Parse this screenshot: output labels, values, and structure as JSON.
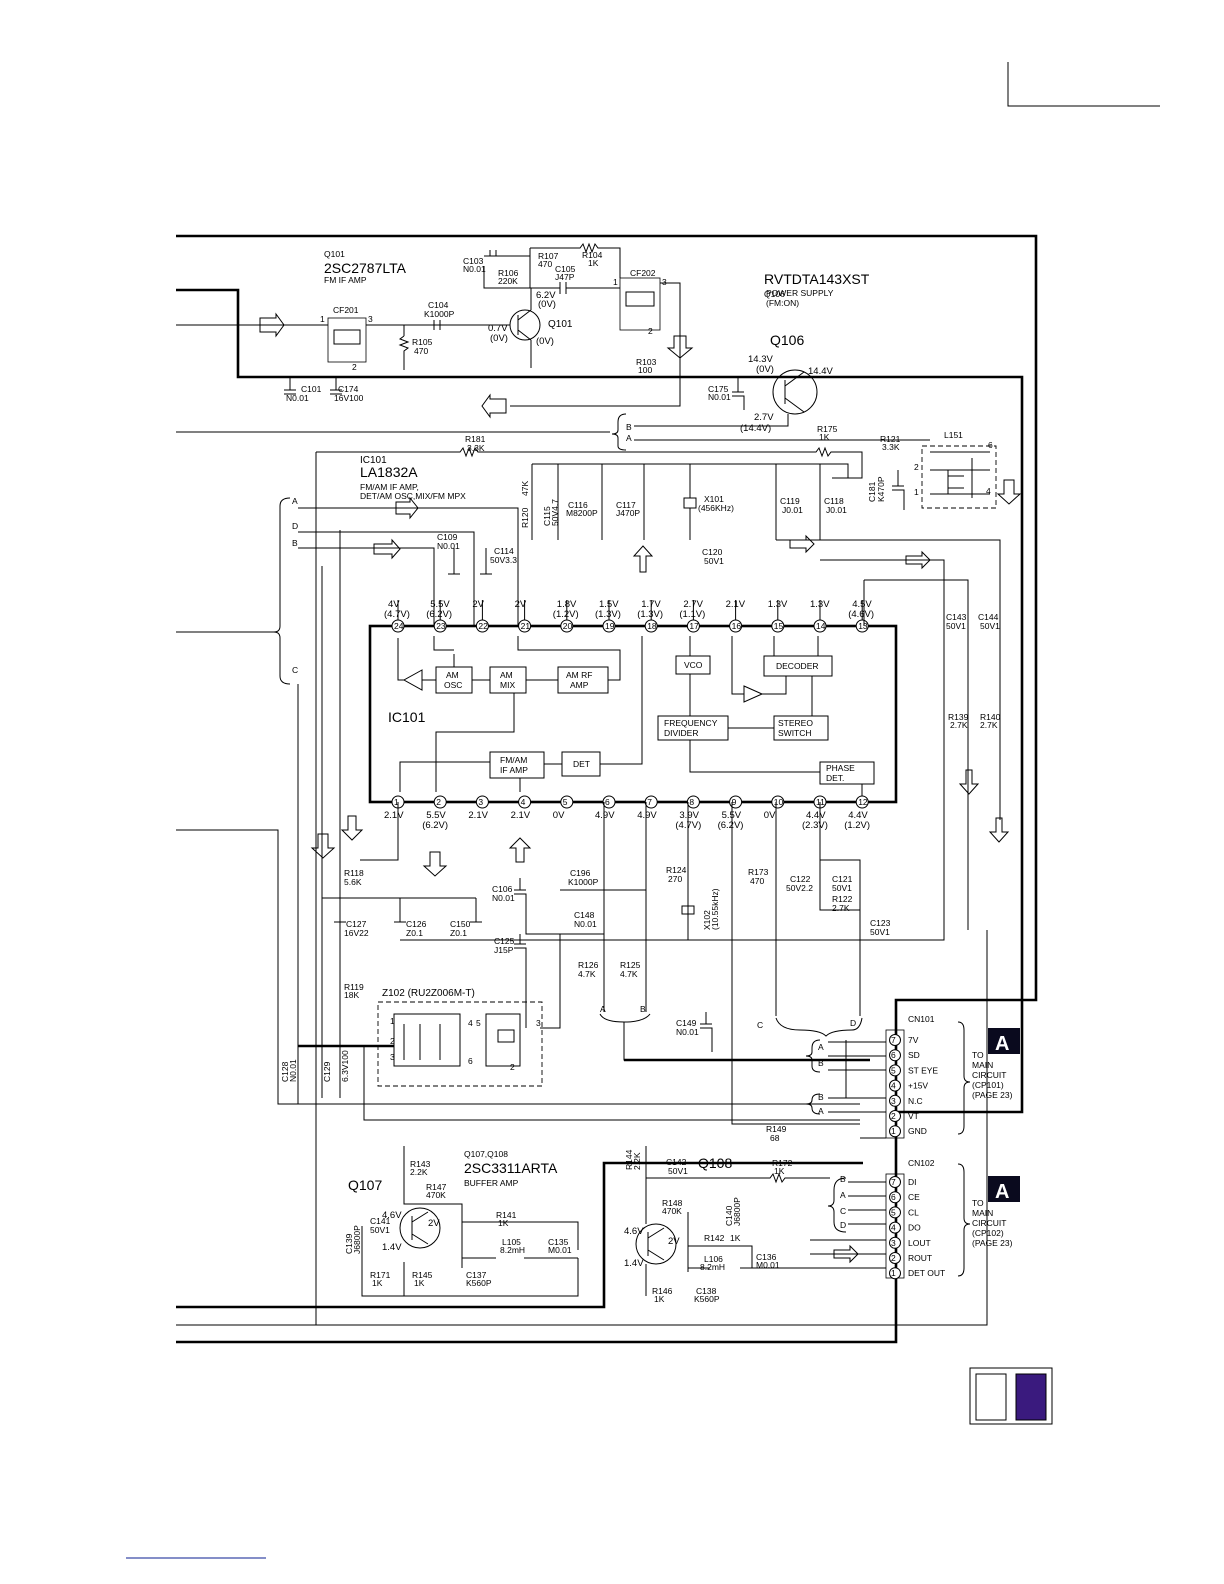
{
  "transistors": {
    "q101": {
      "ref": "Q101",
      "part": "2SC2787LTA",
      "function": "FM IF AMP",
      "label": "Q101",
      "v_base": "0.7V",
      "v_base_am": "(0V)",
      "v_collector": "6.2V",
      "v_collector_am": "(0V)",
      "v_emitter": "(0V)"
    },
    "q106": {
      "ref": "Q106",
      "part": "RVTDTA143XST",
      "function": "POWER SUPPLY",
      "mode": "(FM:ON)",
      "label": "Q106",
      "v_in": "14.3V",
      "v_in_am": "(0V)",
      "v_out": "14.4V",
      "v_base": "2.7V",
      "v_base_am": "(14.4V)"
    },
    "q107_q108": {
      "ref": "Q107,Q108",
      "part": "2SC3311ARTA",
      "function": "BUFFER AMP"
    },
    "q107": {
      "label": "Q107",
      "v_c": "4.6V",
      "v_b": "2V",
      "v_e": "1.4V"
    },
    "q108": {
      "label": "Q108",
      "v_c": "4.6V",
      "v_b": "2V",
      "v_e": "1.4V"
    }
  },
  "ic": {
    "ref": "IC101",
    "part": "LA1832A",
    "desc1": "FM/AM IF AMP,",
    "desc2": "DET/AM OSC,MIX/FM MPX",
    "inner_label": "IC101",
    "blocks": {
      "am_osc1": "AM",
      "am_osc2": "OSC",
      "am_mix1": "AM",
      "am_mix2": "MIX",
      "am_rf1": "AM RF",
      "am_rf2": "AMP",
      "vco": "VCO",
      "decoder": "DECODER",
      "freq1": "FREQUENCY",
      "freq2": "DIVIDER",
      "stereo1": "STEREO",
      "stereo2": "SWITCH",
      "fmam1": "FM/AM",
      "fmam2": "IF AMP",
      "det": "DET",
      "phase1": "PHASE",
      "phase2": "DET."
    },
    "top_pins": [
      {
        "n": "24",
        "v": "4V",
        "v2": "(4.7V)"
      },
      {
        "n": "23",
        "v": "5.5V",
        "v2": "(6.2V)"
      },
      {
        "n": "22",
        "v": "2V",
        "v2": ""
      },
      {
        "n": "21",
        "v": "2V",
        "v2": ""
      },
      {
        "n": "20",
        "v": "1.8V",
        "v2": "(1.2V)"
      },
      {
        "n": "19",
        "v": "1.5V",
        "v2": "(1.3V)"
      },
      {
        "n": "18",
        "v": "1.7V",
        "v2": "(1.3V)"
      },
      {
        "n": "17",
        "v": "2.7V",
        "v2": "(1.1V)"
      },
      {
        "n": "16",
        "v": "2.1V",
        "v2": ""
      },
      {
        "n": "15",
        "v": "1.3V",
        "v2": ""
      },
      {
        "n": "14",
        "v": "1.3V",
        "v2": ""
      },
      {
        "n": "13",
        "v": "4.5V",
        "v2": "(4.6V)"
      }
    ],
    "bottom_pins": [
      {
        "n": "1",
        "v": "2.1V",
        "v2": ""
      },
      {
        "n": "2",
        "v": "5.5V",
        "v2": "(6.2V)"
      },
      {
        "n": "3",
        "v": "2.1V",
        "v2": ""
      },
      {
        "n": "4",
        "v": "2.1V",
        "v2": ""
      },
      {
        "n": "5",
        "v": "0V",
        "v2": ""
      },
      {
        "n": "6",
        "v": "4.9V",
        "v2": ""
      },
      {
        "n": "7",
        "v": "4.9V",
        "v2": ""
      },
      {
        "n": "8",
        "v": "3.9V",
        "v2": "(4.7V)"
      },
      {
        "n": "9",
        "v": "5.5V",
        "v2": "(6.2V)"
      },
      {
        "n": "10",
        "v": "0V",
        "v2": ""
      },
      {
        "n": "11",
        "v": "4.4V",
        "v2": "(2.3V)"
      },
      {
        "n": "12",
        "v": "4.4V",
        "v2": "(1.2V)"
      }
    ]
  },
  "components": {
    "cf201": "CF201",
    "cf202": "CF202",
    "c103a": "C103",
    "c103b": "N0.01",
    "r107a": "R107",
    "r107b": "470",
    "r104a": "R104",
    "r104b": "1K",
    "r106a": "R106",
    "r106b": "220K",
    "c105a": "C105",
    "c105b": "J47P",
    "c104a": "C104",
    "c104b": "K1000P",
    "r105a": "R105",
    "r105b": "470",
    "r103a": "R103",
    "r103b": "100",
    "c101a": "C101",
    "c101b": "N0.01",
    "c174a": "C174",
    "c174b": "16V100",
    "c175a": "C175",
    "c175b": "N0.01",
    "r181a": "R181",
    "r181b": "3.3K",
    "r175a": "R175",
    "r175b": "1K",
    "r121a": "R121",
    "r121b": "3.3K",
    "l151": "L151",
    "c181a": "C181",
    "c181b": "K470P",
    "r120a": "R120",
    "r120b": "47K",
    "c115a": "C115",
    "c115b": "50V4.7",
    "c116a": "C116",
    "c116b": "M8200P",
    "c117a": "C117",
    "c117b": "J470P",
    "x101a": "X101",
    "x101b": "(456KHz)",
    "c119a": "C119",
    "c119b": "J0.01",
    "c118a": "C118",
    "c118b": "J0.01",
    "c120a": "C120",
    "c120b": "50V1",
    "c109a": "C109",
    "c109b": "N0.01",
    "c114a": "C114",
    "c114b": "50V3.3",
    "c143a": "C143",
    "c143b": "50V1",
    "c144a": "C144",
    "c144b": "50V1",
    "r139a": "R139",
    "r139b": "2.7K",
    "r140a": "R140",
    "r140b": "2.7K",
    "r118a": "R118",
    "r118b": "5.6K",
    "c127a": "C127",
    "c127b": "16V22",
    "c126a": "C126",
    "c126b": "Z0.1",
    "c150a": "C150",
    "c150b": "Z0.1",
    "c106a": "C106",
    "c106b": "N0.01",
    "c125a": "C125",
    "c125b": "J15P",
    "c196a": "C196",
    "c196b": "K1000P",
    "c148a": "C148",
    "c148b": "N0.01",
    "r126a": "R126",
    "r126b": "4.7K",
    "r125a": "R125",
    "r125b": "4.7K",
    "r124a": "R124",
    "r124b": "270",
    "x102a": "X102",
    "x102b": "(10.55kHz)",
    "r173a": "R173",
    "r173b": "470",
    "c122a": "C122",
    "c122b": "50V2.2",
    "c121a": "C121",
    "c121b": "50V1",
    "r122a": "R122",
    "r122b": "2.7K",
    "c123a": "C123",
    "c123b": "50V1",
    "r119a": "R119",
    "r119b": "18K",
    "z102": "Z102  (RU2Z006M-T)",
    "c149a": "C149",
    "c149b": "N0.01",
    "c128a": "C128",
    "c128b": "N0.01",
    "c129a": "C129",
    "c129b": "6.3V100",
    "r149a": "R149",
    "r149b": "68",
    "r143a": "R143",
    "r143b": "2.2K",
    "r147a": "R147",
    "r147b": "470K",
    "c141a": "C141",
    "c141b": "50V1",
    "c139a": "C139",
    "c139b": "J6800P",
    "r141a": "R141",
    "r141b": "1K",
    "l105a": "L105",
    "l105b": "8.2mH",
    "c135a": "C135",
    "c135b": "M0.01",
    "r171a": "R171",
    "r171b": "1K",
    "r145a": "R145",
    "r145b": "1K",
    "c137a": "C137",
    "c137b": "K560P",
    "r144a": "R144",
    "r144b": "2.2K",
    "c142a": "C142",
    "c142b": "50V1",
    "r148a": "R148",
    "r148b": "470K",
    "c140a": "C140",
    "c140b": "J6800P",
    "r142a": "R142",
    "r142b": "1K",
    "l106a": "L106",
    "l106b": "8.2mH",
    "c136a": "C136",
    "c136b": "M0.01",
    "r146a": "R146",
    "r146b": "1K",
    "c138a": "C138",
    "c138b": "K560P",
    "r172a": "R172",
    "r172b": "1K"
  },
  "bus_letters": {
    "a": "A",
    "b": "B",
    "c": "C",
    "d": "D"
  },
  "connectors": {
    "cn101": {
      "ref": "CN101",
      "pins": [
        {
          "n": "7",
          "label": "7V"
        },
        {
          "n": "6",
          "label": "SD"
        },
        {
          "n": "5",
          "label": "ST EYE"
        },
        {
          "n": "4",
          "label": "+15V"
        },
        {
          "n": "3",
          "label": "N.C"
        },
        {
          "n": "2",
          "label": "VT"
        },
        {
          "n": "1",
          "label": "GND"
        }
      ],
      "to1": "TO",
      "to2": "MAIN",
      "to3": "CIRCUIT",
      "to4": "(CP101)",
      "to5": "(PAGE 23)",
      "badge": "A"
    },
    "cn102": {
      "ref": "CN102",
      "pins": [
        {
          "n": "7",
          "label": "DI"
        },
        {
          "n": "6",
          "label": "CE"
        },
        {
          "n": "5",
          "label": "CL"
        },
        {
          "n": "4",
          "label": "DO"
        },
        {
          "n": "3",
          "label": "LOUT"
        },
        {
          "n": "2",
          "label": "ROUT"
        },
        {
          "n": "1",
          "label": "DET OUT"
        }
      ],
      "to1": "TO",
      "to2": "MAIN",
      "to3": "CIRCUIT",
      "to4": "(CP102)",
      "to5": "(PAGE 23)",
      "badge": "A"
    }
  },
  "colors": {
    "badge_fill": "#0a0a1e",
    "accent_purple": "#3a1a7e",
    "line": "#000000"
  }
}
